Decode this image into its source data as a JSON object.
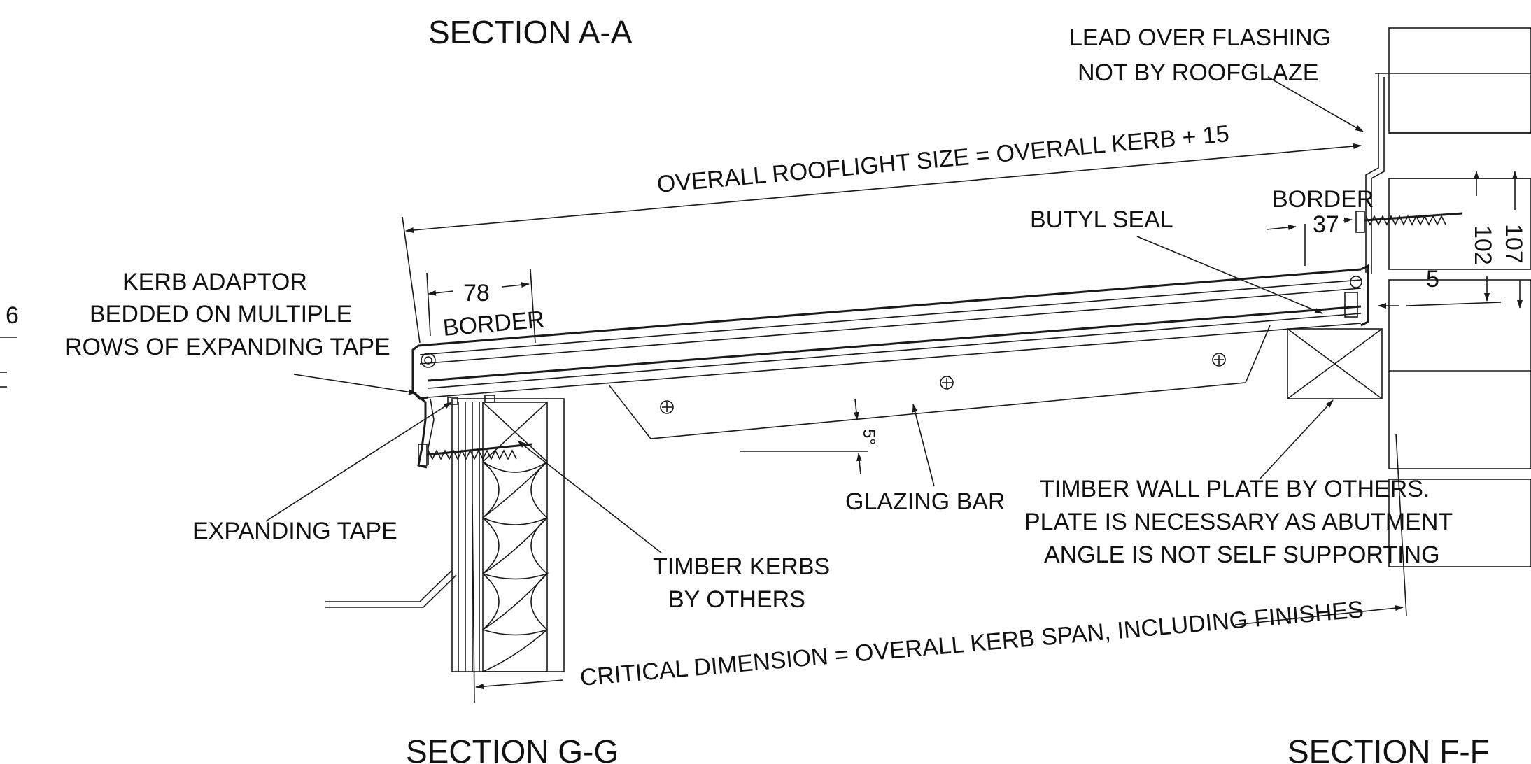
{
  "section_titles": {
    "a": "SECTION A-A",
    "g": "SECTION G-G",
    "f": "SECTION F-F"
  },
  "labels": {
    "lead_flashing_line1": "LEAD OVER FLASHING",
    "lead_flashing_line2": "NOT BY ROOFGLAZE",
    "overall_rooflight": "OVERALL ROOFLIGHT SIZE = OVERALL KERB + 15",
    "border_right": "BORDER",
    "dim_37": "37",
    "butyl_seal": "BUTYL SEAL",
    "dim_102": "102",
    "dim_107": "107",
    "dim_5": "5",
    "dim_78": "78",
    "border_left": "BORDER",
    "kerb_adaptor_line1": "KERB ADAPTOR",
    "kerb_adaptor_line2": "BEDDED ON MULTIPLE",
    "kerb_adaptor_line3": "ROWS OF EXPANDING TAPE",
    "edge_number": "6",
    "angle": "5°",
    "glazing_bar": "GLAZING BAR",
    "expanding_tape": "EXPANDING TAPE",
    "timber_kerbs_line1": "TIMBER KERBS",
    "timber_kerbs_line2": "BY OTHERS",
    "wall_plate_line1": "TIMBER WALL PLATE BY OTHERS.",
    "wall_plate_line2": "PLATE IS NECESSARY AS ABUTMENT",
    "wall_plate_line3": "ANGLE IS NOT SELF SUPPORTING",
    "critical_dimension": "CRITICAL DIMENSION = OVERALL KERB SPAN, INCLUDING FINISHES"
  }
}
